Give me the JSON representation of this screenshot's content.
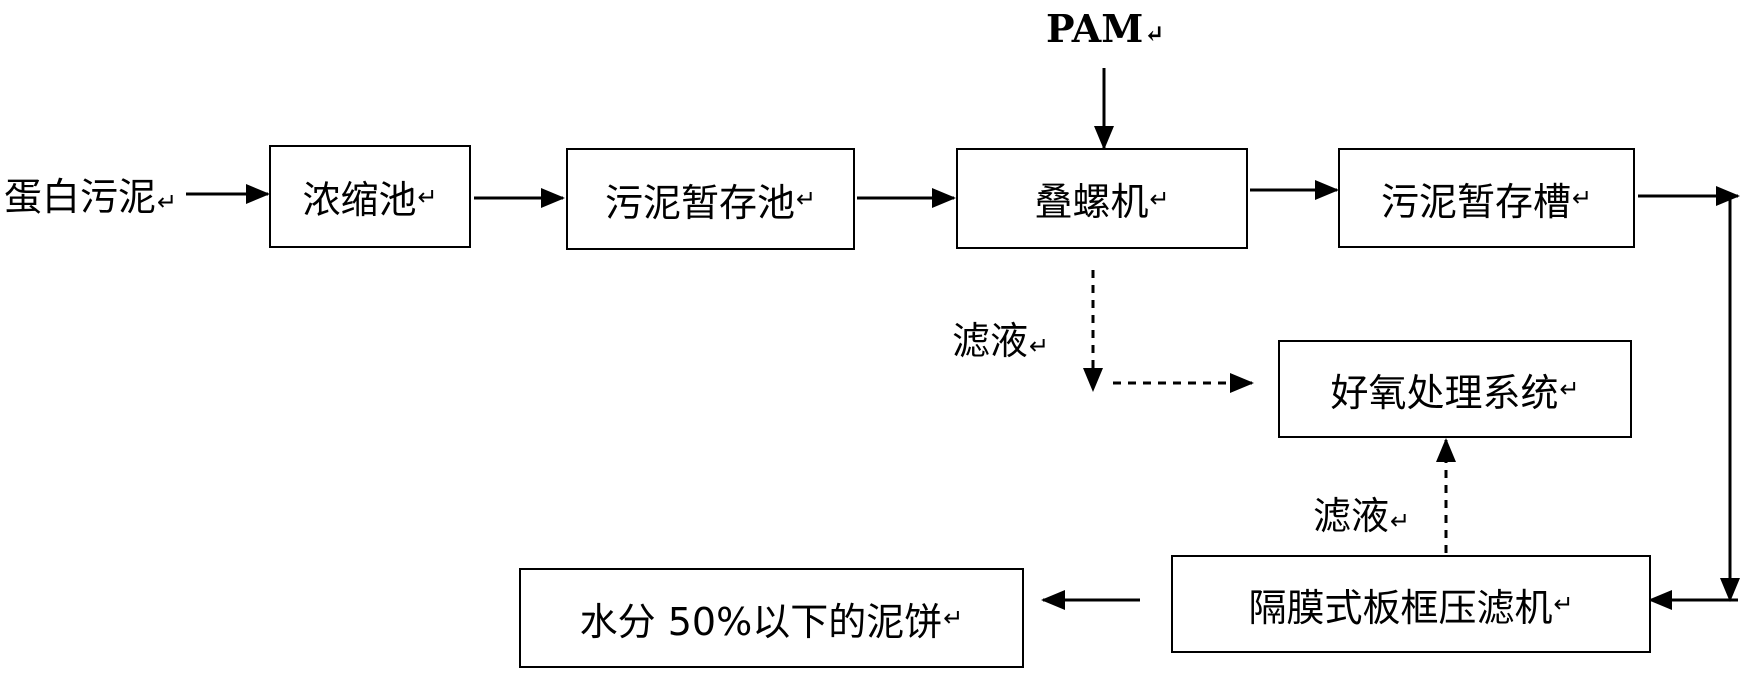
{
  "diagram": {
    "return_mark": "↵",
    "input_label": "蛋白污泥",
    "additive_label": "PAM",
    "filtrate_label_upper": "滤液",
    "filtrate_label_lower": "滤液",
    "nodes": {
      "thickening_tank": "浓缩池",
      "sludge_storage_pool": "污泥暂存池",
      "screw_press": "叠螺机",
      "sludge_storage_tank": "污泥暂存槽",
      "aerobic_system": "好氧处理系统",
      "membrane_filter_press": "隔膜式板框压滤机",
      "sludge_cake": "水分 50%以下的泥饼"
    }
  }
}
